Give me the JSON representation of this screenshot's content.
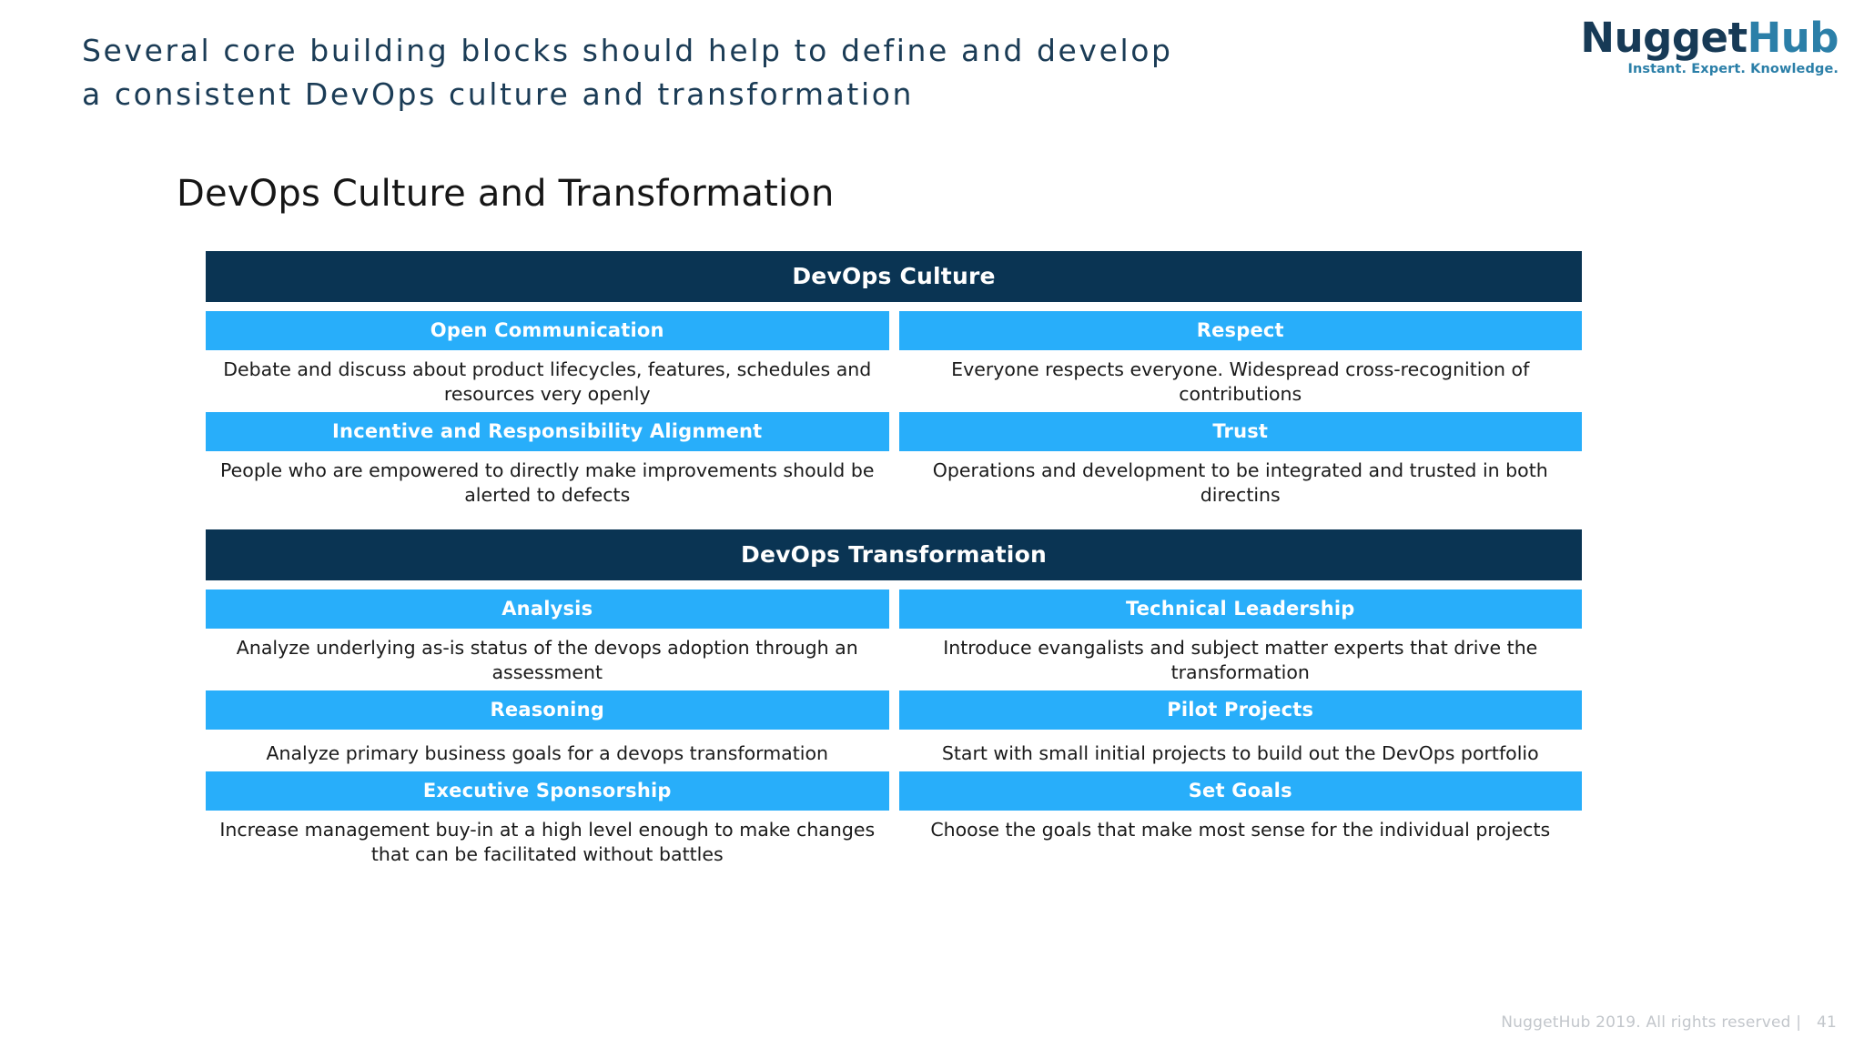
{
  "slide": {
    "title": "Several core building blocks should help to define and develop\na consistent DevOps culture and transformation",
    "section_heading": "DevOps Culture and Transformation",
    "footer": "NuggetHub 2019. All rights reserved |   41",
    "colors": {
      "title": "#1b3c56",
      "band": "#0a3453",
      "cell_head": "#28aefa",
      "body_text": "#1a1a1a",
      "footer": "#c2c6cb"
    }
  },
  "logo": {
    "name_part1": "Nugget",
    "name_part2": "Hub",
    "tagline": "Instant. Expert. Knowledge."
  },
  "matrix": {
    "sections": [
      {
        "band_label": "DevOps Culture",
        "rows": [
          {
            "left": {
              "title": "Open Communication",
              "body": "Debate and discuss about product lifecycles, features, schedules and resources very openly"
            },
            "right": {
              "title": "Respect",
              "body": "Everyone respects everyone. Widespread cross-recognition of contributions"
            }
          },
          {
            "left": {
              "title": "Incentive and Responsibility Alignment",
              "body": "People who are empowered to directly make improvements should be alerted to defects"
            },
            "right": {
              "title": "Trust",
              "body": "Operations and development to be integrated and trusted in both directins"
            }
          }
        ]
      },
      {
        "band_label": "DevOps Transformation",
        "rows": [
          {
            "left": {
              "title": "Analysis",
              "body": "Analyze underlying as-is status of the devops adoption through an assessment"
            },
            "right": {
              "title": "Technical Leadership",
              "body": "Introduce evangalists and subject matter experts that drive the transformation"
            }
          },
          {
            "left": {
              "title": "Reasoning",
              "body": "Analyze primary business goals for a devops transformation"
            },
            "right": {
              "title": "Pilot Projects",
              "body": "Start with small initial projects to build out the DevOps portfolio"
            }
          },
          {
            "left": {
              "title": "Executive Sponsorship",
              "body": "Increase management buy-in at a high level enough to make changes that can be facilitated without battles"
            },
            "right": {
              "title": "Set Goals",
              "body": "Choose the goals that make most sense for the individual projects"
            }
          }
        ]
      }
    ]
  }
}
